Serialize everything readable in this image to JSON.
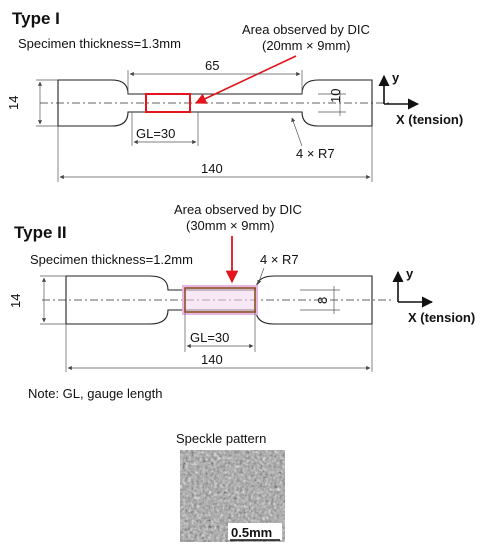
{
  "type1": {
    "heading": "Type I",
    "thickness": "Specimen thickness=1.3mm",
    "dic_line1": "Area observed by DIC",
    "dic_line2": "(20mm × 9mm)",
    "dim_65": "65",
    "dim_14": "14",
    "dim_10": "10",
    "gl": "GL=30",
    "radius": "4 × R7",
    "dim_140": "140",
    "axis_y": "y",
    "axis_x": "X (tension)"
  },
  "type2": {
    "heading": "Type II",
    "thickness": "Specimen thickness=1.2mm",
    "dic_line1": "Area observed by DIC",
    "dic_line2": "(30mm × 9mm)",
    "radius": "4 × R7",
    "dim_14": "14",
    "dim_8": "8",
    "gl": "GL=30",
    "dim_140": "140",
    "axis_y": "y",
    "axis_x": "X (tension)"
  },
  "note": "Note: GL, gauge length",
  "speckle": {
    "title": "Speckle pattern",
    "scale": "0.5mm"
  },
  "colors": {
    "dic_red": "#e3141b",
    "dic_brown": "#8a4a1e",
    "dic_pink": "#e9b6e3"
  }
}
